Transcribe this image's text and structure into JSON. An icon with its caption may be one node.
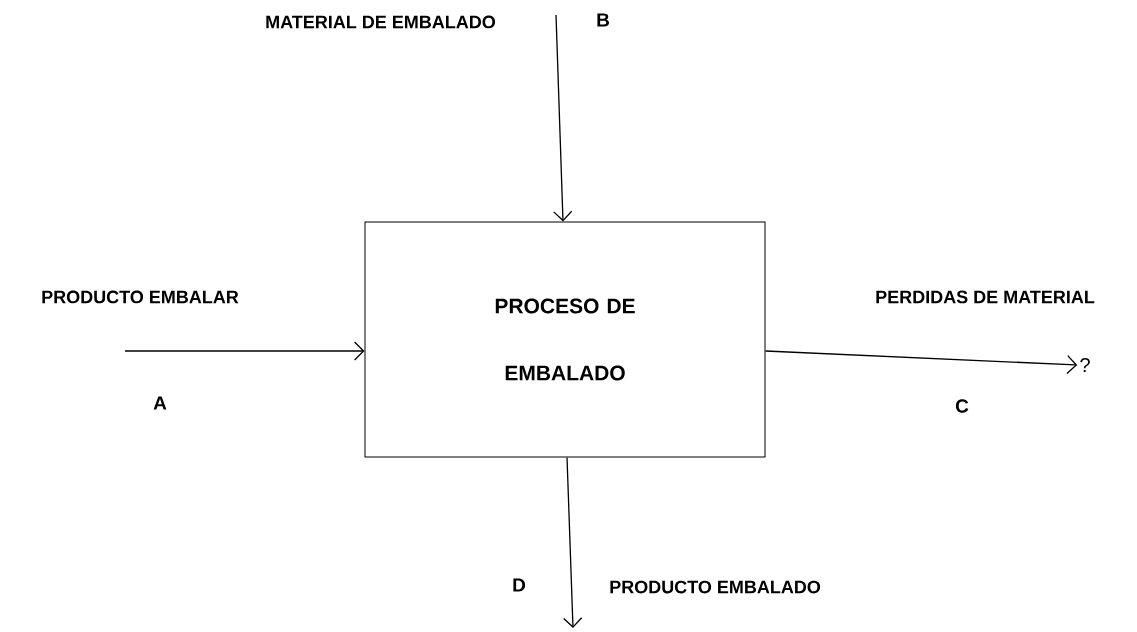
{
  "diagram": {
    "nodes": [
      {
        "text": [
          "PROCESO DE EMBALADO"
        ]
      },
      {
        "text": [
          "?"
        ]
      }
    ],
    "edges": [
      {
        "from": null,
        "to": 0,
        "arrow": "to"
      },
      {
        "from": null,
        "to": 0,
        "arrow": "to"
      },
      {
        "from": 0,
        "to": 1,
        "arrow": "to"
      },
      {
        "from": 0,
        "to": null,
        "arrow": "to"
      }
    ],
    "labels": [
      "MATERIAL DE EMBALADO",
      "B",
      "PRODUCTO EMBALAR",
      "PERDIDAS DE MATERIAL",
      "A",
      "C",
      "D",
      "PRODUCTO  EMBALADO"
    ]
  }
}
